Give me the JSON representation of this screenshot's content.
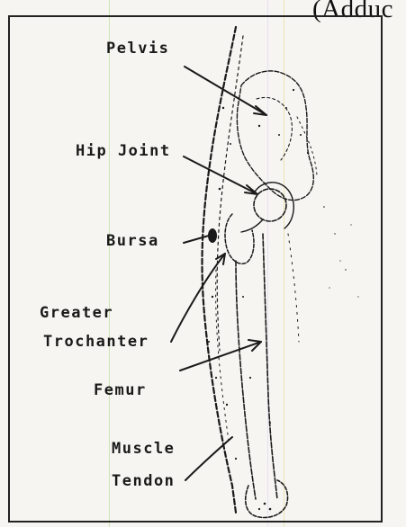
{
  "header": {
    "text": "(Adduc"
  },
  "diagram": {
    "labels": {
      "pelvis": "Pelvis",
      "hip_joint": "Hip Joint",
      "bursa": "Bursa",
      "greater_trochanter_1": "Greater",
      "greater_trochanter_2": "Trochanter",
      "femur": "Femur",
      "muscle_tendon_1": "Muscle",
      "muscle_tendon_2": "Tendon"
    }
  },
  "colors": {
    "ink": "#1a1a1a",
    "paper": "#f6f5f1",
    "scan_green": "#b9d9a0",
    "scan_purple": "#d9c4e6",
    "scan_yellow": "#e8e0a0"
  }
}
